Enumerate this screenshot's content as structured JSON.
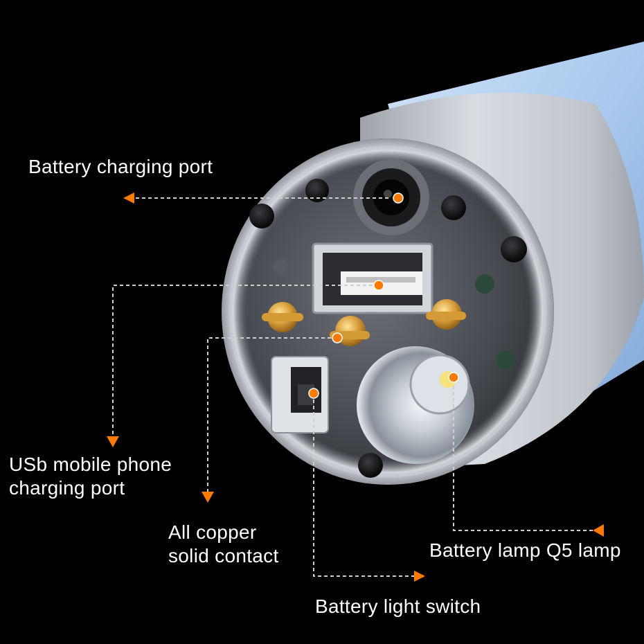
{
  "callouts": {
    "charging_port": "Battery charging port",
    "usb_line1": "USb mobile phone",
    "usb_line2": "charging port",
    "copper_line1": "All copper",
    "copper_line2": "solid contact",
    "q5_lamp": "Battery lamp Q5 lamp",
    "light_switch": "Battery light switch"
  },
  "colors": {
    "background": "#000000",
    "accent": "#ff7a00",
    "label_text": "#ffffff",
    "leader_line": "#cfcfcf",
    "body_metal": "#c9ccd2",
    "body_blue": "#a9c9ee"
  }
}
